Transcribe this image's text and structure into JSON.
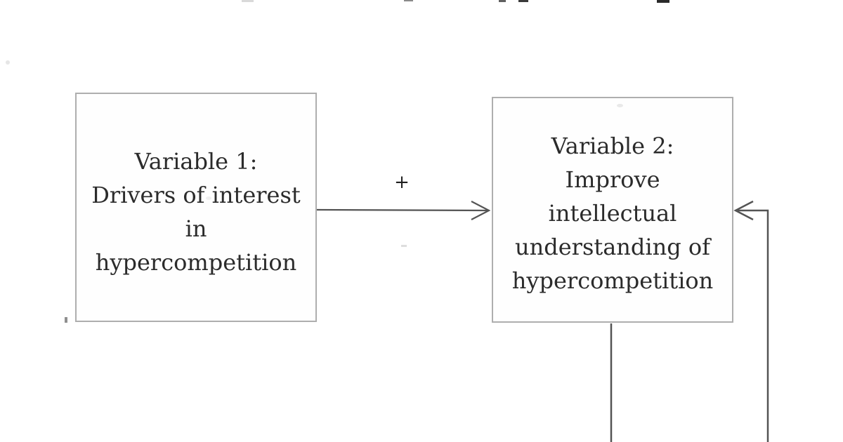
{
  "diagram": {
    "type": "causal-flow-diagram",
    "colors": {
      "background": "#ffffff",
      "box_border": "#aeaeae",
      "text": "#2b2b2b",
      "connector": "#545454"
    },
    "boxes": [
      {
        "id": "variable-1",
        "lines": [
          "Variable 1:",
          "Drivers of interest",
          "in",
          "hypercompetition"
        ]
      },
      {
        "id": "variable-2",
        "lines": [
          "Variable 2:",
          "Improve",
          "intellectual",
          "understanding of",
          "hypercompetition"
        ]
      }
    ],
    "edges": [
      {
        "from": "variable-1",
        "to": "variable-2",
        "label": "+",
        "direction": "right"
      },
      {
        "from": "offscreen-bottom-right",
        "to": "variable-2-right-side",
        "label": "",
        "direction": "left"
      },
      {
        "from": "variable-2-bottom",
        "to": "offscreen-bottom",
        "label": "",
        "direction": "down"
      }
    ]
  }
}
